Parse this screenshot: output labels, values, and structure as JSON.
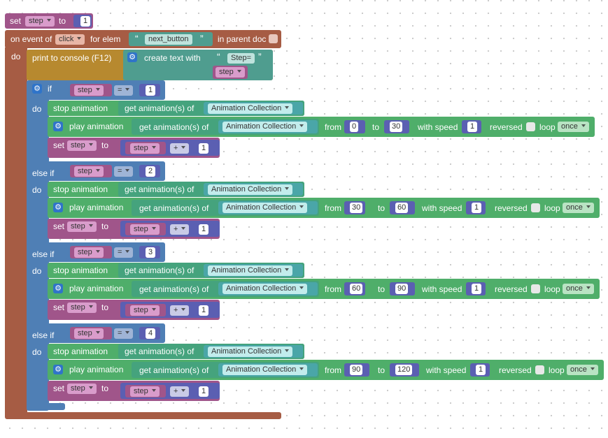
{
  "set_step": {
    "set": "set",
    "var": "step",
    "to": "to",
    "value": "1"
  },
  "event": {
    "label": "on event of",
    "event": "click",
    "for_elem": "for elem",
    "open_quote": "“",
    "elem": "next_button",
    "close_quote": "”",
    "in_parent": "in parent doc",
    "do": "do"
  },
  "print": {
    "label": "print to console (F12)",
    "create_text": "create text with",
    "open_quote": "“",
    "text": "Step=",
    "close_quote": "”",
    "var": "step"
  },
  "if_block": {
    "if": "if",
    "else_if": "else if",
    "do": "do",
    "eq": "="
  },
  "branches": [
    {
      "cond_var": "step",
      "cond_val": "1",
      "from": "0",
      "to": "30",
      "speed": "1",
      "loop": "once",
      "inc": "1"
    },
    {
      "cond_var": "step",
      "cond_val": "2",
      "from": "30",
      "to": "60",
      "speed": "1",
      "loop": "once",
      "inc": "1"
    },
    {
      "cond_var": "step",
      "cond_val": "3",
      "from": "60",
      "to": "90",
      "speed": "1",
      "loop": "once",
      "inc": "1"
    },
    {
      "cond_var": "step",
      "cond_val": "4",
      "from": "90",
      "to": "120",
      "speed": "1",
      "loop": "once",
      "inc": "1"
    }
  ],
  "anim": {
    "stop": "stop animation",
    "get": "get animation(s) of",
    "collection": "Animation Collection",
    "play": "play animation",
    "from": "from",
    "to": "to",
    "with_speed": "with speed",
    "reversed": "reversed",
    "loop": "loop",
    "set": "set",
    "set_var": "step",
    "set_to": "to",
    "plus": "+",
    "plus_var": "step"
  },
  "icons": {
    "gear": "⚙"
  }
}
